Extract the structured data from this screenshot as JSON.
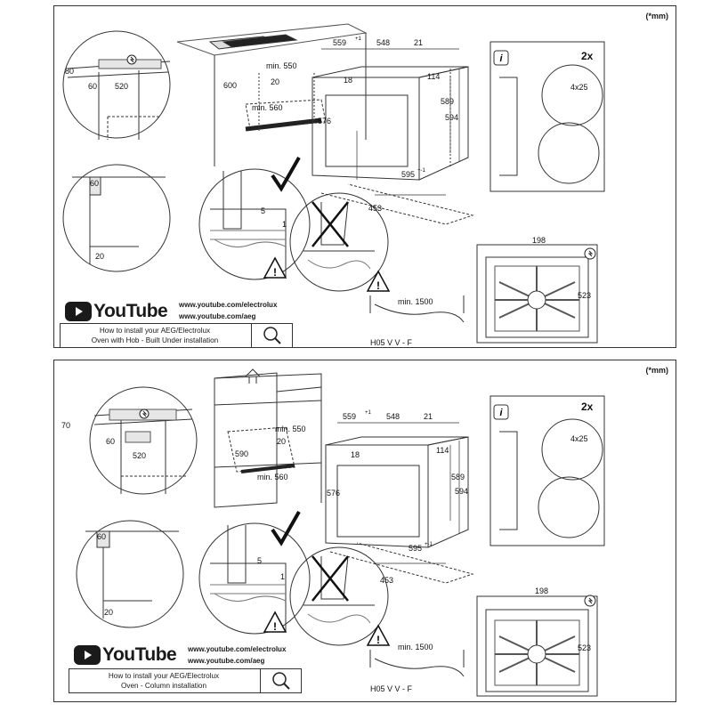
{
  "units_note": "(*mm)",
  "panels": [
    {
      "id": "top",
      "dims": {
        "d80": "80",
        "d60": "60",
        "d520": "520",
        "d600": "600",
        "min550": "min. 550",
        "d20a": "20",
        "min560": "min. 560",
        "d559": "559",
        "sup559": "+1",
        "d548": "548",
        "d21": "21",
        "d18": "18",
        "d114": "114",
        "d576": "576",
        "d589": "589",
        "d594": "594",
        "d595": "595",
        "sup595": "+-1",
        "d453": "453",
        "d60b": "60",
        "d20b": "20",
        "d5": "5",
        "d1": "1",
        "qty": "2x",
        "screws": "4x25",
        "d198": "198",
        "d523": "523",
        "min1500": "min. 1500",
        "cable": "H05 V V - F"
      },
      "youtube": "YouTube",
      "urls": [
        "www.youtube.com/electrolux",
        "www.youtube.com/aeg"
      ],
      "howto": [
        "How to install your AEG/Electrolux",
        "Oven with Hob - Built Under installation"
      ]
    },
    {
      "id": "bottom",
      "dims": {
        "d80": "70",
        "d60": "60",
        "d520": "520",
        "d600": "590",
        "min550": "min. 550",
        "d20a": "20",
        "min560": "min. 560",
        "d559": "559",
        "sup559": "+1",
        "d548": "548",
        "d21": "21",
        "d18": "18",
        "d114": "114",
        "d576": "576",
        "d589": "589",
        "d594": "594",
        "d595": "595",
        "sup595": "+-1",
        "d453": "453",
        "d60b": "60",
        "d20b": "20",
        "d5": "5",
        "d1": "1",
        "qty": "2x",
        "screws": "4x25",
        "d198": "198",
        "d523": "523",
        "min1500": "min. 1500",
        "cable": "H05 V V - F"
      },
      "youtube": "YouTube",
      "urls": [
        "www.youtube.com/electrolux",
        "www.youtube.com/aeg"
      ],
      "howto": [
        "How to install your AEG/Electrolux",
        "Oven - Column installation"
      ]
    }
  ],
  "icons": {
    "youtube": "youtube-play-icon",
    "search": "magnifier-icon",
    "info": "info-icon",
    "warning": "warning-triangle-icon",
    "check": "checkmark-icon",
    "cross": "cross-icon",
    "electric": "electrical-connection-icon",
    "up": "up-arrow-icon"
  }
}
